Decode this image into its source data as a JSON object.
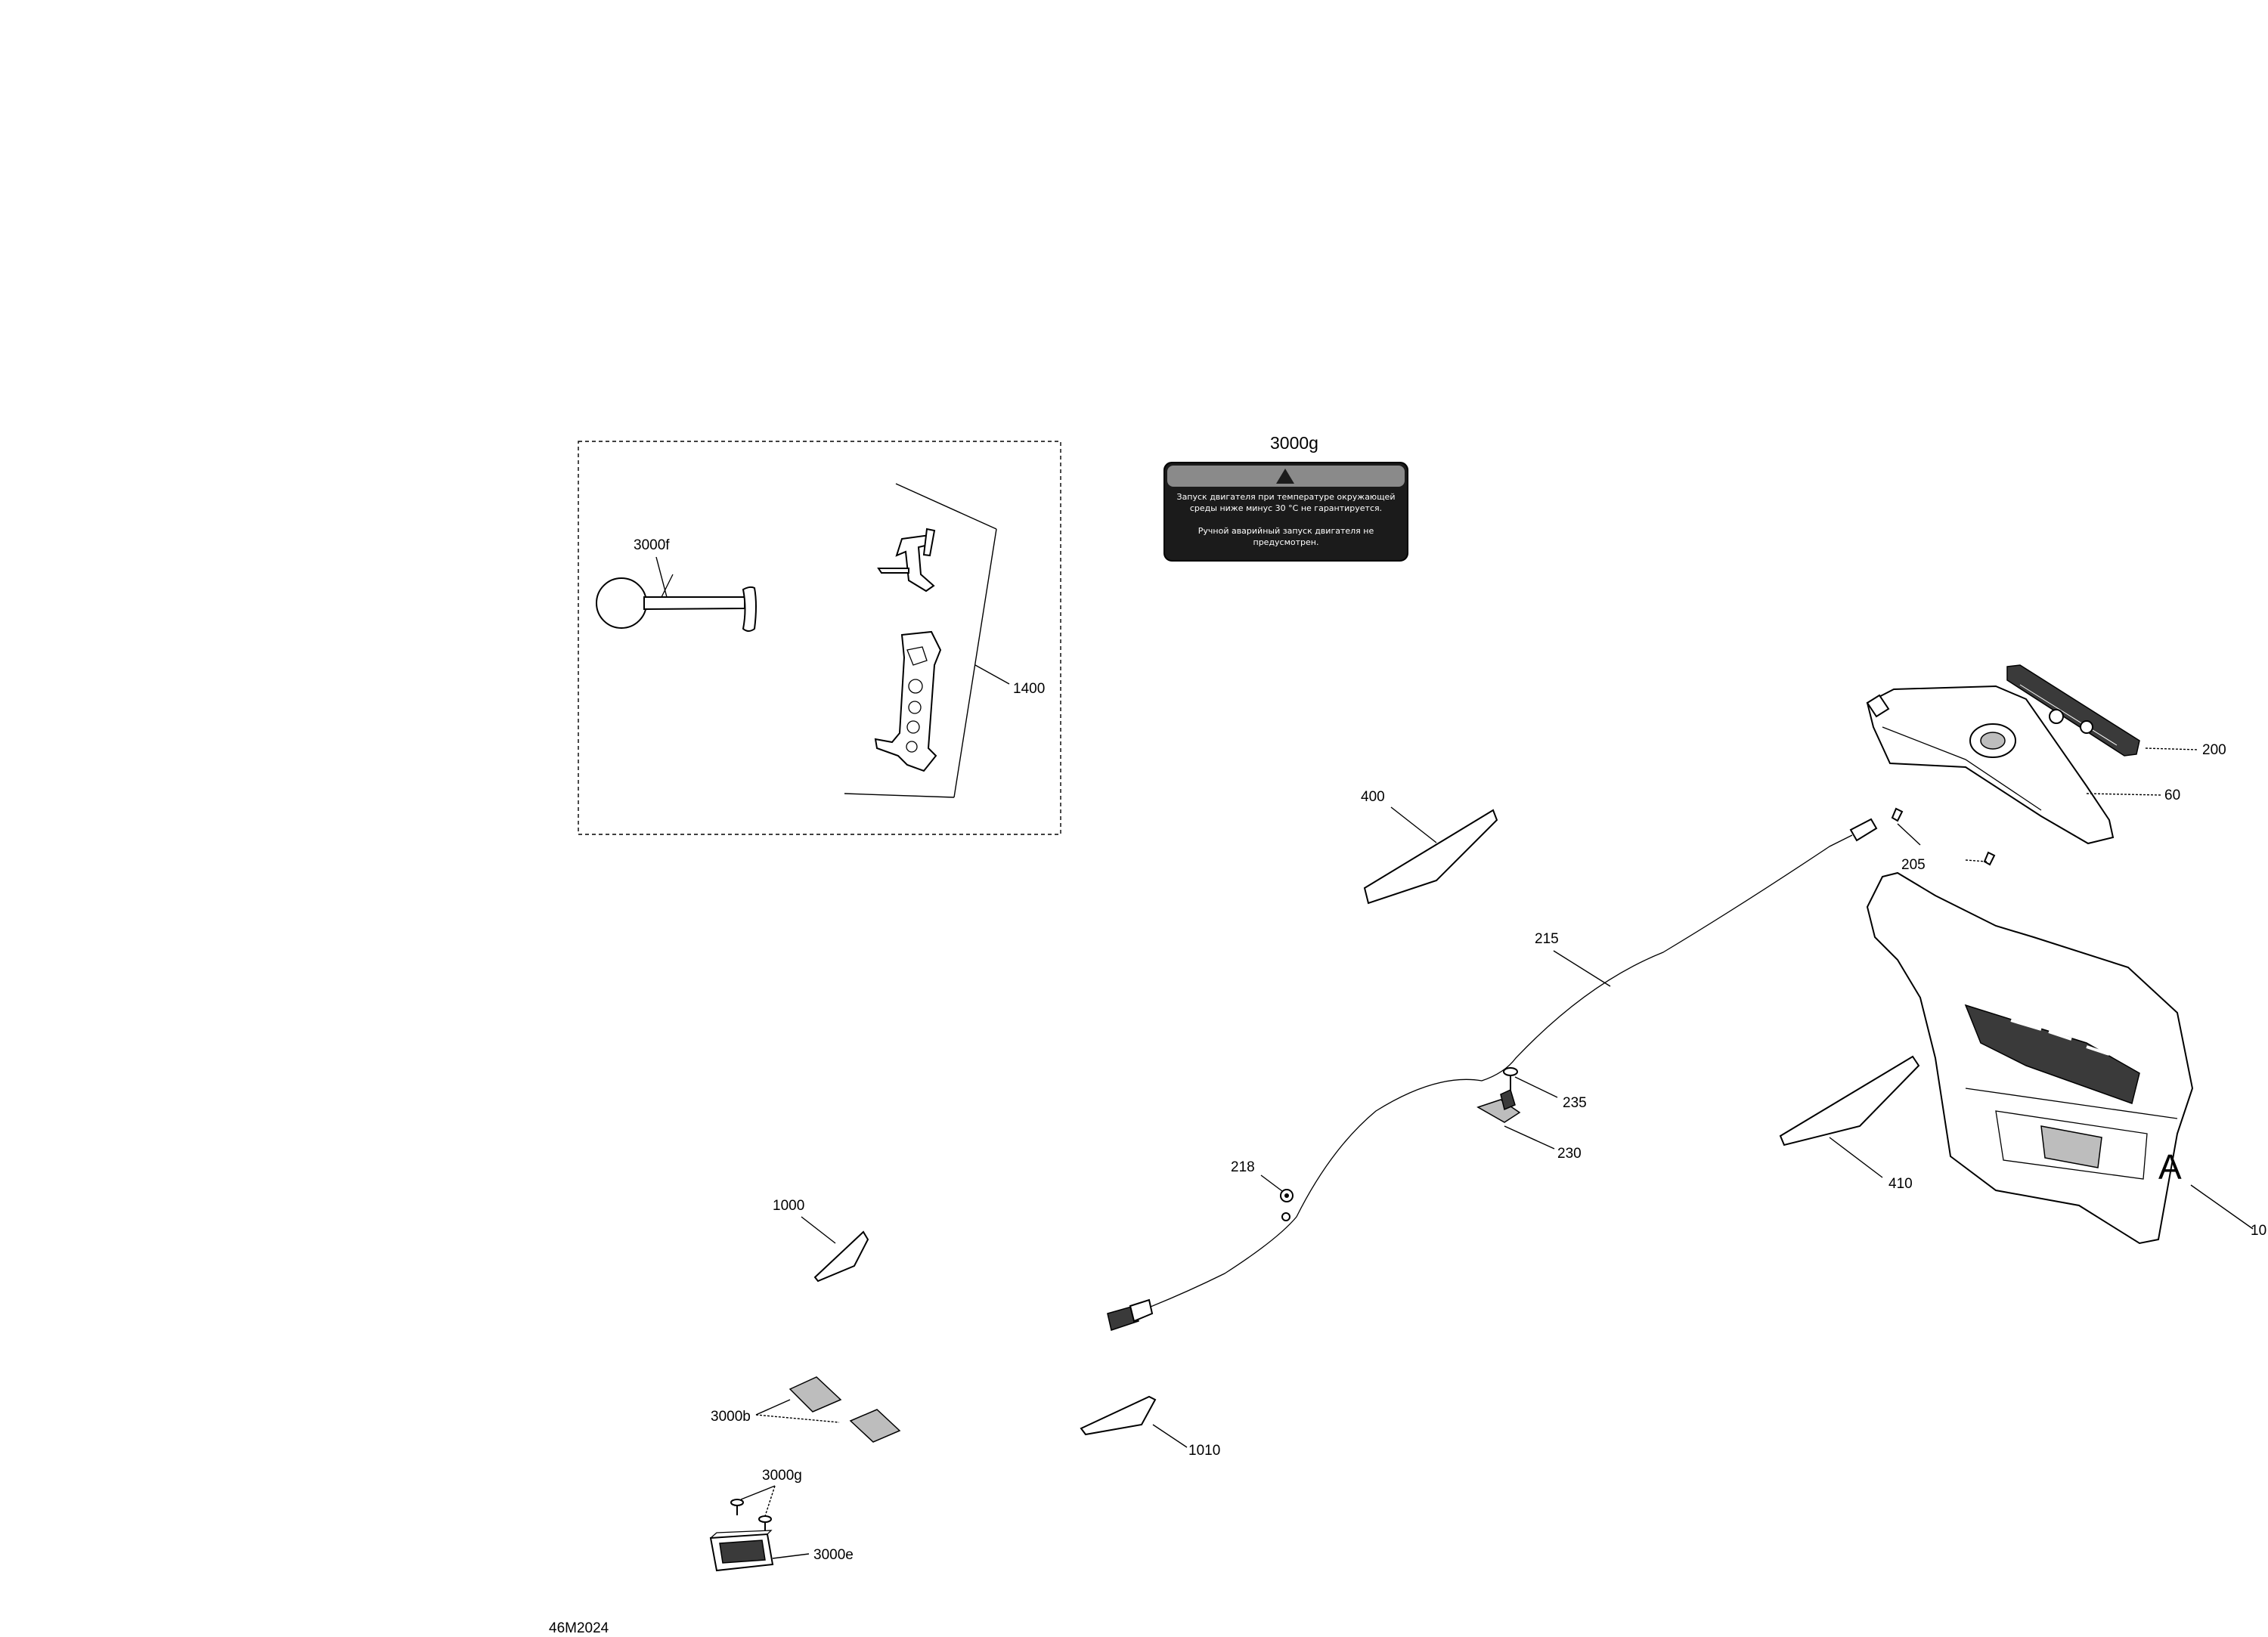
{
  "diagram": {
    "reference_code": "46M2024",
    "kit_frame_callouts": {
      "mirror": "3000f",
      "tools": "1400"
    },
    "decal_3000g": {
      "label": "3000g",
      "line1": "Запуск двигателя при температуре окружающей",
      "line2": "среды ниже минус 30 °C не гарантируется.",
      "line3": "Ручной аварийный запуск двигателя не",
      "line4": "предусмотрен."
    },
    "callouts": {
      "c200": "200",
      "c60": "60",
      "c205": "205",
      "c400": "400",
      "c215": "215",
      "c235": "235",
      "c230": "230",
      "c218": "218",
      "c410": "410",
      "c10": "10",
      "c1000": "1000",
      "c3000b": "3000b",
      "c1010": "1010",
      "c3000g_small": "3000g",
      "c3000e": "3000e"
    }
  }
}
